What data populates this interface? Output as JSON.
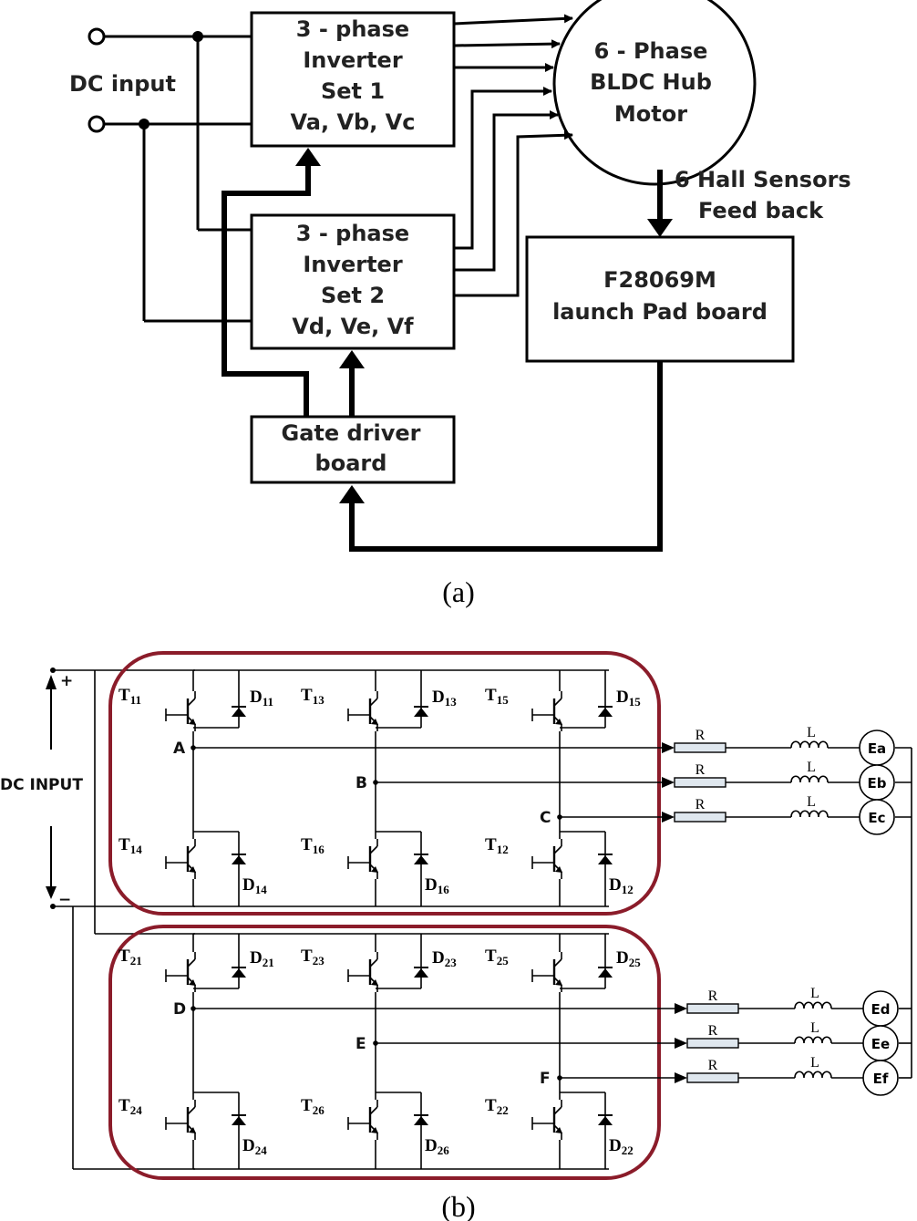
{
  "panel_a": {
    "dc_input": "DC input",
    "inverter1": [
      "3 - phase",
      "Inverter",
      "Set 1",
      "Va, Vb, Vc"
    ],
    "inverter2": [
      "3 - phase",
      "Inverter",
      "Set 2",
      "Vd, Ve, Vf"
    ],
    "motor": [
      "6 - Phase",
      "BLDC Hub",
      "Motor"
    ],
    "hall": [
      "6 Hall Sensors",
      "Feed back"
    ],
    "controller": [
      "F28069M",
      "launch Pad board"
    ],
    "gate_driver": [
      "Gate driver",
      "board"
    ],
    "caption": "(a)"
  },
  "panel_b": {
    "dc_input": "DC INPUT",
    "plus": "+",
    "minus": "−",
    "caption": "(b)",
    "inverters": [
      {
        "legs": [
          {
            "top_t": "11",
            "top_d": "11",
            "bot_t": "14",
            "bot_d": "14",
            "node": "A"
          },
          {
            "top_t": "13",
            "top_d": "13",
            "bot_t": "16",
            "bot_d": "16",
            "node": "B"
          },
          {
            "top_t": "15",
            "top_d": "15",
            "bot_t": "12",
            "bot_d": "12",
            "node": "C"
          }
        ],
        "phases": [
          {
            "r": "R",
            "l": "L",
            "e": "Ea"
          },
          {
            "r": "R",
            "l": "L",
            "e": "Eb"
          },
          {
            "r": "R",
            "l": "L",
            "e": "Ec"
          }
        ]
      },
      {
        "legs": [
          {
            "top_t": "21",
            "top_d": "21",
            "bot_t": "24",
            "bot_d": "24",
            "node": "D"
          },
          {
            "top_t": "23",
            "top_d": "23",
            "bot_t": "26",
            "bot_d": "26",
            "node": "E"
          },
          {
            "top_t": "25",
            "top_d": "25",
            "bot_t": "22",
            "bot_d": "22",
            "node": "F"
          }
        ],
        "phases": [
          {
            "r": "R",
            "l": "L",
            "e": "Ed"
          },
          {
            "r": "R",
            "l": "L",
            "e": "Ee"
          },
          {
            "r": "R",
            "l": "L",
            "e": "Ef"
          }
        ]
      }
    ],
    "colors": {
      "highlight": "#8b1c2a",
      "line": "#000000",
      "resistor_fill": "#dfe7ee"
    }
  }
}
